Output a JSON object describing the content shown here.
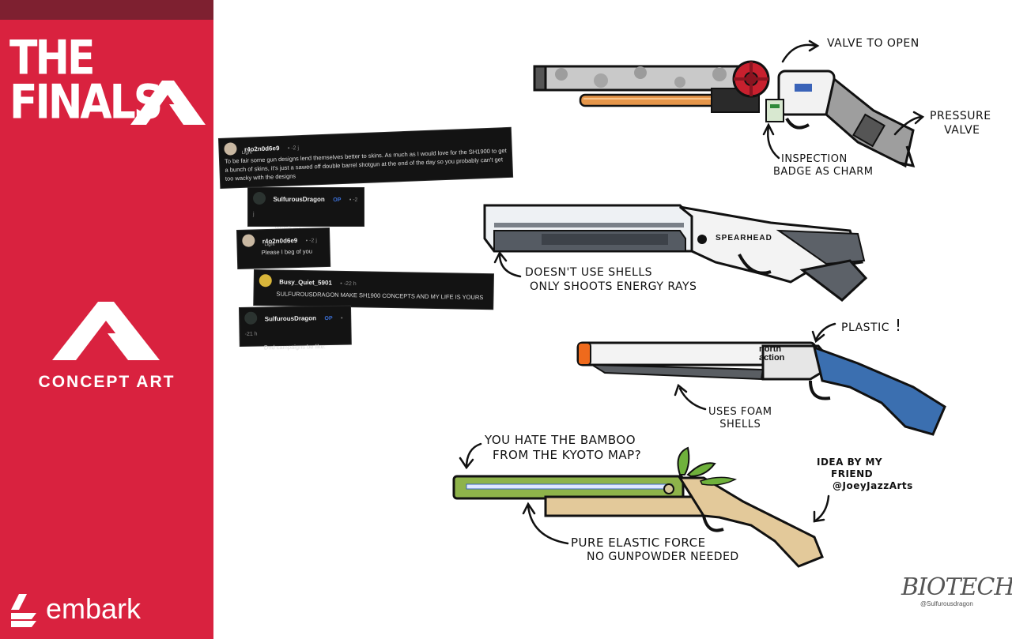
{
  "sidebar": {
    "logo_line1": "THE",
    "logo_line2": "FINALS",
    "concept_label": "CONCEPT ART",
    "brand": "embark",
    "accent": "#d9223f"
  },
  "comments": [
    {
      "user": "r4o2n0d6e9",
      "meta": "• -2 j",
      "flair": "Light",
      "body": "To be fair some gun designs lend themselves better to skins. As much as I would love for the SH1900 to get a bunch of skins, it's just a sawed off double barrel shotgun at the end of the day so you probably can't get too wacky with the designs"
    },
    {
      "user": "SulfurousDragon",
      "op": "OP",
      "meta": "• -2 j",
      "body": "Watch me."
    },
    {
      "user": "r4o2n0d6e9",
      "meta": "• -2 j",
      "flair": "Light",
      "body": "Please I beg of you"
    },
    {
      "user": "Busy_Quiet_5901",
      "meta": "• -22 h",
      "body": "SULFUROUSDRAGON MAKE SH1900 CONCEPTS AND MY LIFE IS YOURS"
    },
    {
      "user": "SulfurousDragon",
      "op": "OP",
      "meta": "• -21 h",
      "body": "Dnd campaigns be like:"
    }
  ],
  "annotations": {
    "valve_to_open": "VALVE TO OPEN",
    "pressure_valve_1": "PRESSURE",
    "pressure_valve_2": "VALVE",
    "inspection_1": "INSPECTION",
    "inspection_2": "BADGE AS CHARM",
    "shells_1": "DOESN'T USE SHELLS",
    "shells_2": "ONLY SHOOTS ENERGY RAYS",
    "plastic": "PLASTIC",
    "plastic_mark": "!",
    "foam_1": "USES FOAM",
    "foam_2": "SHELLS",
    "bamboo_1": "YOU HATE THE BAMBOO",
    "bamboo_2": "FROM THE KYOTO MAP?",
    "idea_1": "IDEA BY MY",
    "idea_2": "FRIEND",
    "idea_3": "@JoeyJazzArts",
    "elastic_1": "PURE ELASTIC FORCE",
    "elastic_2": "NO GUNPOWDER NEEDED"
  },
  "gun_labels": {
    "spearhead": "SPEARHEAD",
    "north_1": "north",
    "north_2": "action"
  },
  "signature": {
    "name": "BIOTECH",
    "handle": "@Sulfurousdragon"
  }
}
